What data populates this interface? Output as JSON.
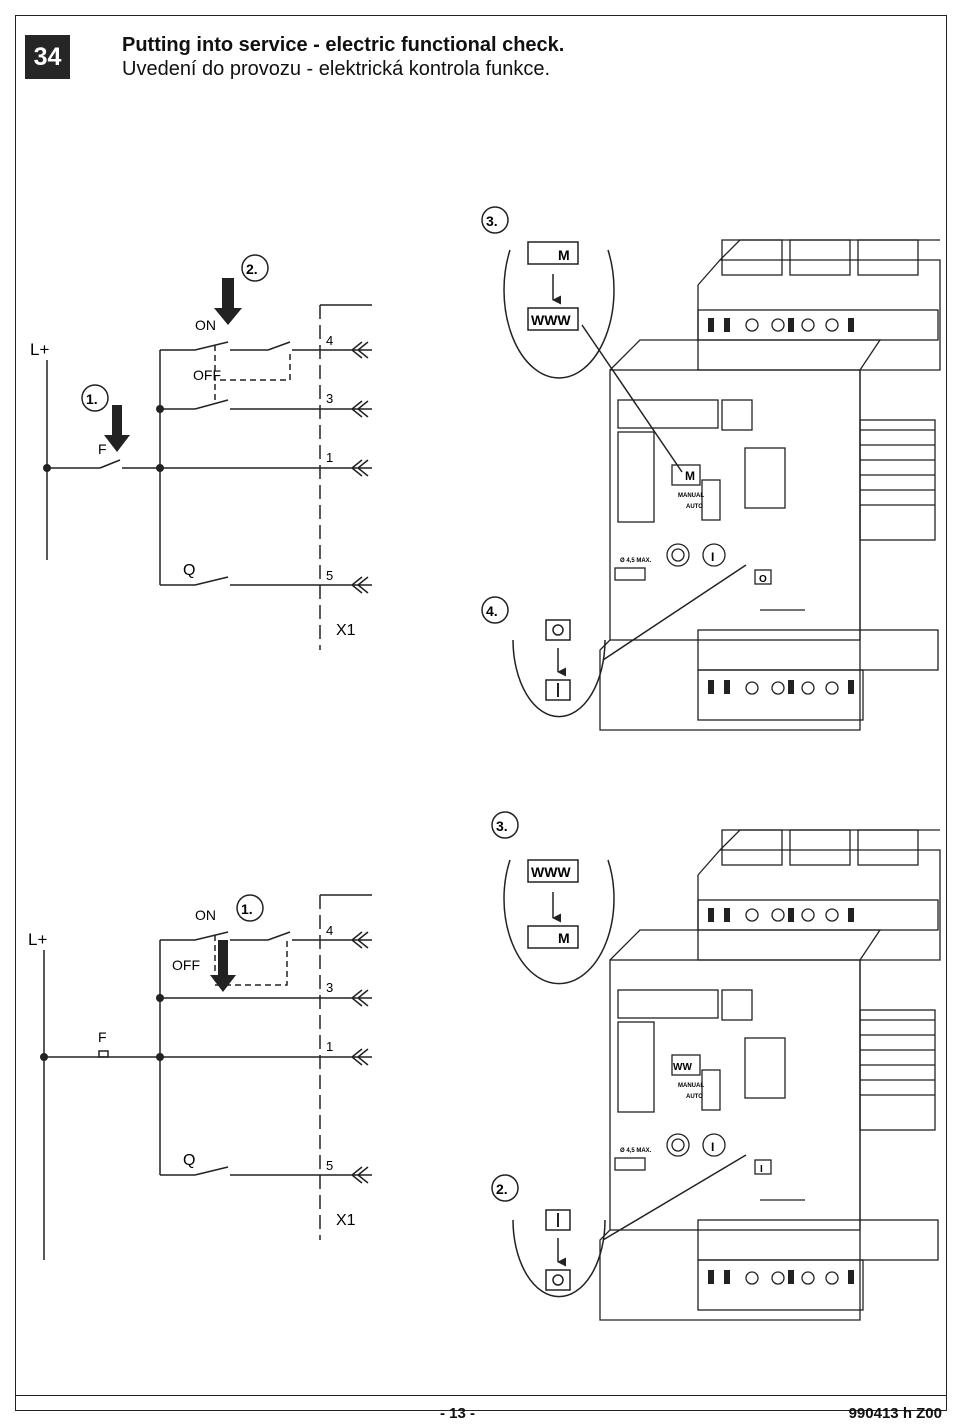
{
  "header": {
    "badge": "34",
    "title_en": "Putting into service - electric functional check.",
    "title_cz": "Uvedení do provozu - elektrická kontrola funkce."
  },
  "figure_top": {
    "step1": "1.",
    "step2": "2.",
    "step3": "3.",
    "step4": "4.",
    "supply": "L+",
    "on": "ON",
    "off": "OFF",
    "f": "F",
    "q": "Q",
    "terminals": [
      "4",
      "3",
      "1",
      "5"
    ],
    "connector": "X1",
    "manual": "MANUAL",
    "auto": "AUTO",
    "hole": "Ø 4,5 MAX."
  },
  "figure_bottom": {
    "step1": "1.",
    "step2": "2.",
    "step3": "3.",
    "supply": "L+",
    "on": "ON",
    "off": "OFF",
    "f": "F",
    "q": "Q",
    "terminals": [
      "4",
      "3",
      "1",
      "5"
    ],
    "connector": "X1",
    "manual": "MANUAL",
    "auto": "AUTO",
    "hole": "Ø 4,5 MAX."
  },
  "footer": {
    "page": "- 13 -",
    "code": "990413 h  Z00"
  }
}
